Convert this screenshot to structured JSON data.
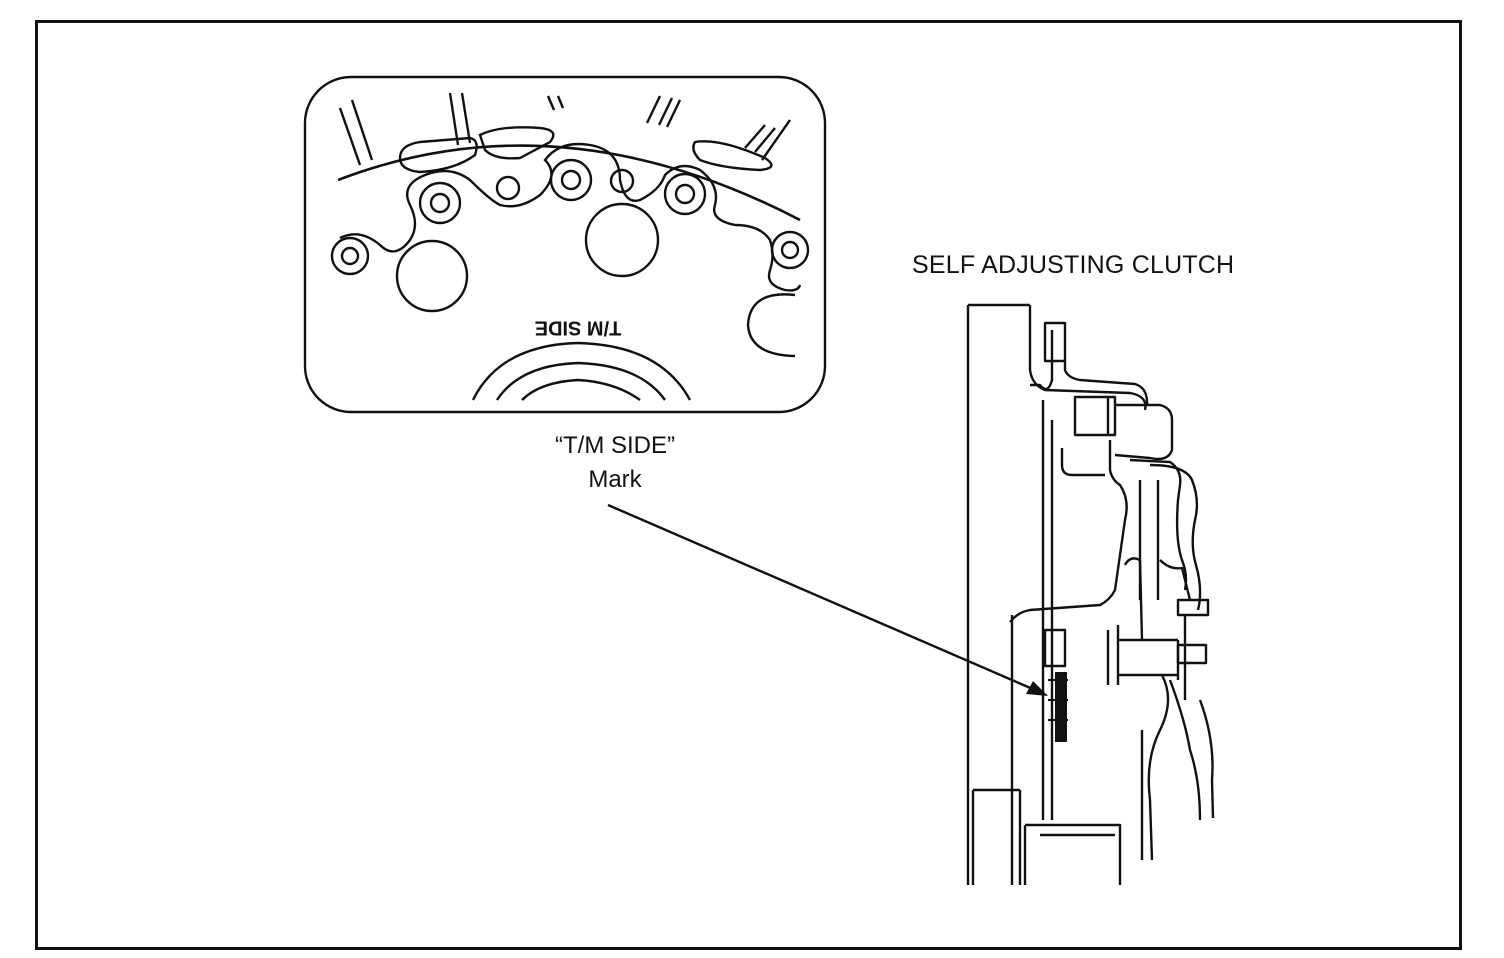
{
  "diagram": {
    "callout_label": {
      "line1": "“T/M SIDE”",
      "line2": "Mark"
    },
    "disc_stamp": "T/M SIDE",
    "assembly_title": "SELF ADJUSTING CLUTCH"
  }
}
